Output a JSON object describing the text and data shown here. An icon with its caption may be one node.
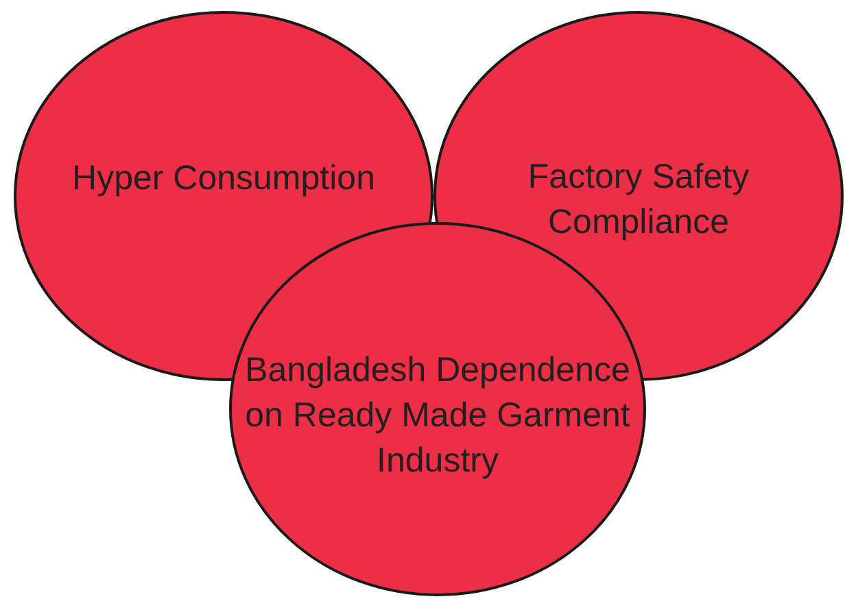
{
  "diagram": {
    "nodes": [
      {
        "text": [
          "Hyper Consumption"
        ]
      },
      {
        "text": [
          "Factory Safety Compliance"
        ]
      },
      {
        "text": [
          "Bangladesh Dependence on Ready Made Garment Industry"
        ]
      }
    ]
  }
}
